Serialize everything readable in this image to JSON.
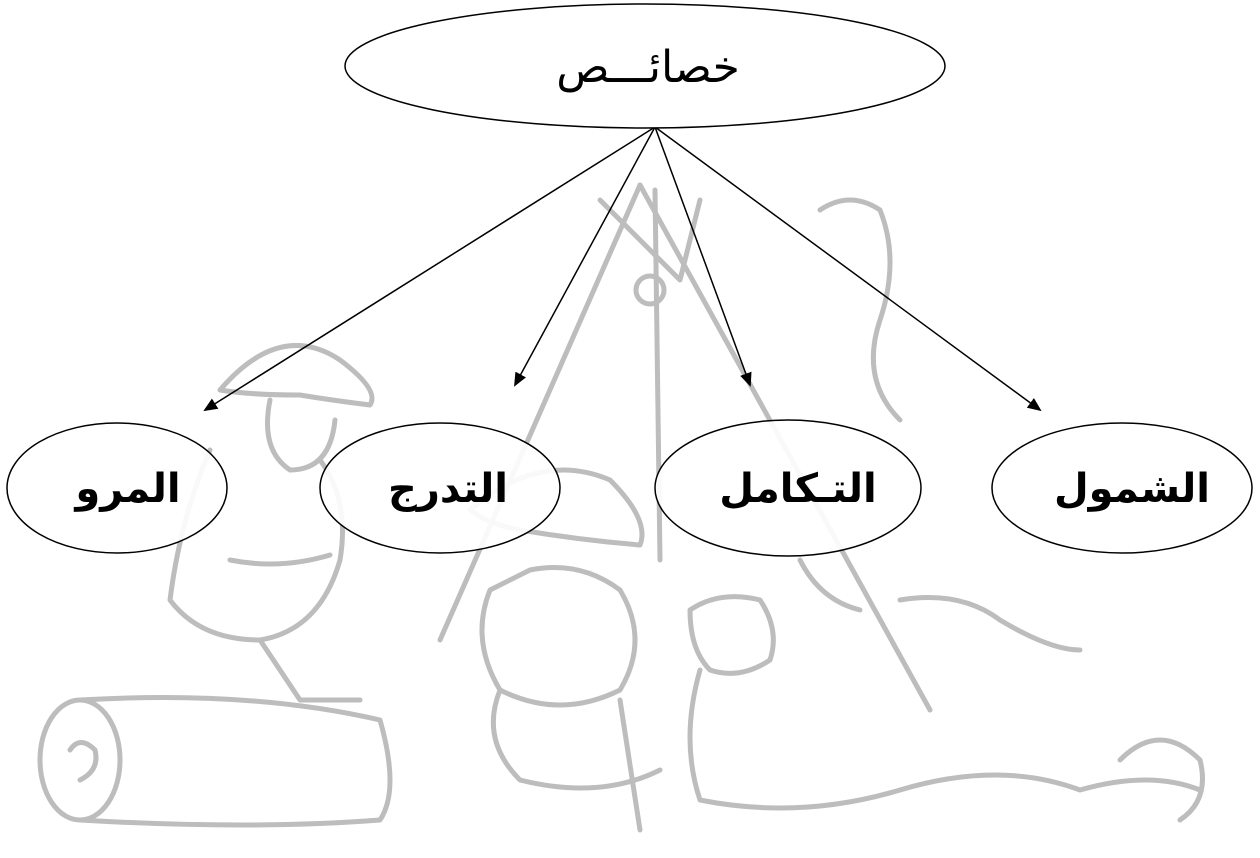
{
  "diagram": {
    "root": {
      "label": "خصائـــص"
    },
    "children": [
      {
        "id": "shumul",
        "label": "الشمول"
      },
      {
        "id": "takamul",
        "label": "التـكامل"
      },
      {
        "id": "tadarruj",
        "label": "التدرج"
      },
      {
        "id": "muruna",
        "label": "المرو"
      }
    ],
    "background": {
      "description_icon": "scouts-campfire-sketch"
    },
    "colors": {
      "lines": "#000000",
      "sketch": "#bdbdbd"
    }
  }
}
